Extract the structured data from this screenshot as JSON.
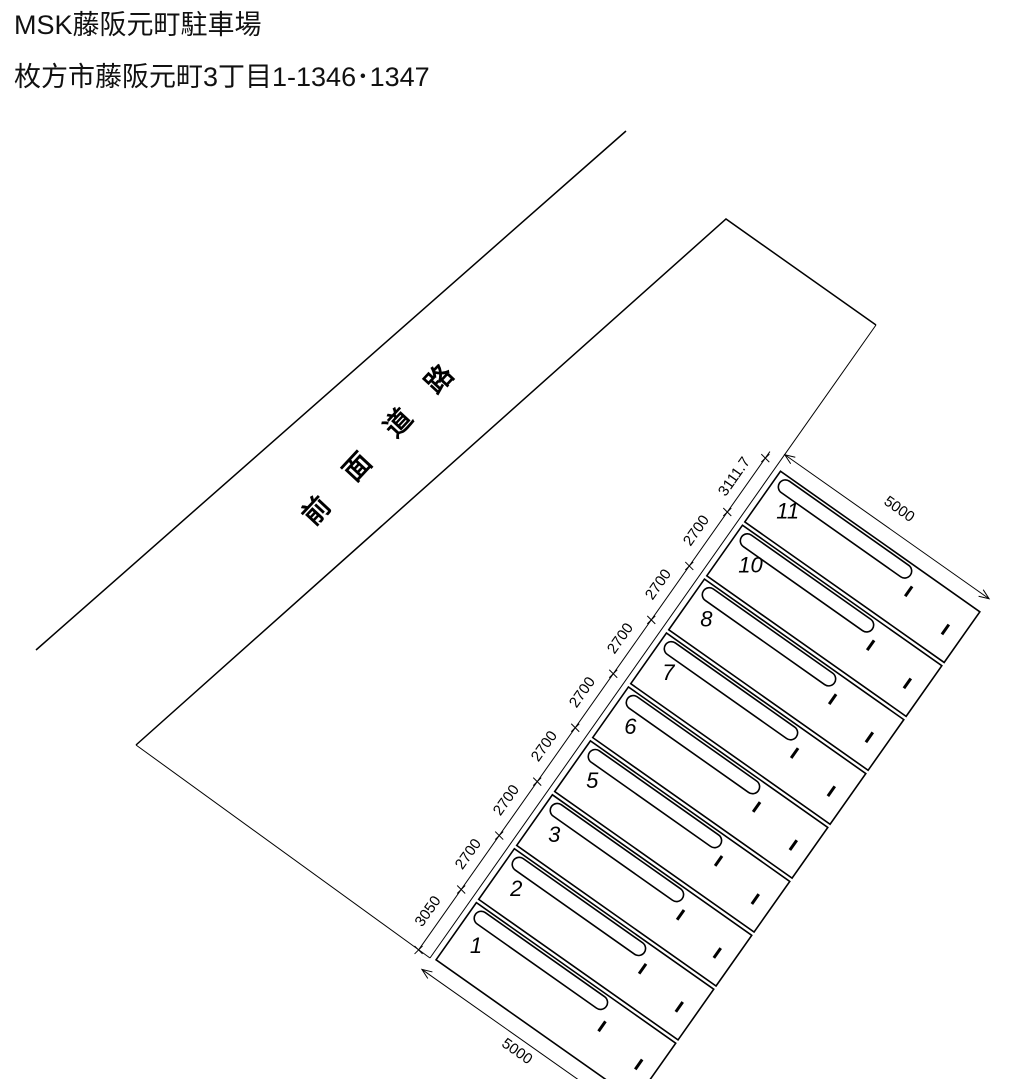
{
  "title": "MSK藤阪元町駐車場",
  "address": "枚方市藤阪元町3丁目1-1346･1347",
  "road_label": [
    "前",
    "面",
    "道",
    "路"
  ],
  "spaces": [
    "1",
    "2",
    "3",
    "5",
    "6",
    "7",
    "8",
    "10",
    "11"
  ],
  "dimensions": {
    "end_first": "3050",
    "pitch": [
      "2700",
      "2700",
      "2700",
      "2700",
      "2700",
      "2700",
      "2700",
      "2700"
    ],
    "end_last": "3111.7",
    "depth_bottom": "5000",
    "depth_top": "5000"
  }
}
